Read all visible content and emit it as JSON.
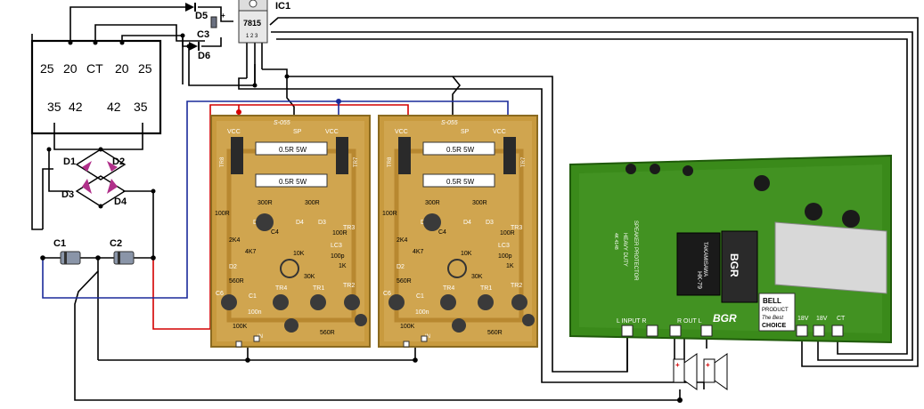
{
  "colors": {
    "wire": "#000000",
    "red_wire": "#d40000",
    "blue_wire": "#1a2a9a",
    "pcb_yellow": "#c8a040",
    "pcb_green": "#3a8a1a",
    "diode_pink": "#b0308a"
  },
  "transformer": {
    "top_taps": [
      "25",
      "20",
      "CT",
      "20",
      "25"
    ],
    "bottom_taps": [
      "35",
      "42",
      "42",
      "35"
    ]
  },
  "regulator": {
    "name": "IC1",
    "part": "7815",
    "pins": "1 2 3"
  },
  "supply_parts": {
    "d5": "D5",
    "d6": "D6",
    "c3": "C3",
    "d1": "D1",
    "d2": "D2",
    "d3": "D3",
    "d4": "D4",
    "c1": "C1",
    "c2": "C2"
  },
  "amp_board": {
    "board_id": "S-055",
    "sp": "SP",
    "vcc_plus": "VCC",
    "vcc_minus": "VCC",
    "res_05r": "0.5R 5W",
    "tr8": "TR8",
    "tr7": "TR7",
    "r100": "100R",
    "r300": "300R",
    "r100b": "100R",
    "d5": "D5",
    "c4": "C4",
    "d3": "D3",
    "d4": "D4",
    "tr3": "TR3",
    "r2k4": "2K4",
    "r4k7": "4K7",
    "r10k": "10K",
    "lc3": "LC3",
    "c100p": "100p",
    "d2": "D2",
    "r1k": "1K",
    "r560": "560R",
    "r30k": "30K",
    "tr4": "TR4",
    "tr2": "TR2",
    "tr1": "TR1",
    "c6": "C6",
    "c1": "C1",
    "c100n": "100n",
    "r100k": "100K",
    "c2": "C2",
    "r560b": "560R",
    "c5": "C5",
    "in": "IN"
  },
  "protector": {
    "title_1": "HEAVY DUTY",
    "title_2": "SPEAKER PROTECTOR",
    "input_label": "L INPUT R",
    "output_label": "R OUT L",
    "brand": "BGR",
    "product_1": "BELL",
    "product_2": "PRODUCT",
    "product_3": "The Best",
    "product_4": "CHOICE",
    "v1": "18V",
    "v2": "18V",
    "ct": "CT",
    "relay_1": "HK-79",
    "relay_2": "TAKAMISAWA",
    "part_code": "4K 4148"
  }
}
